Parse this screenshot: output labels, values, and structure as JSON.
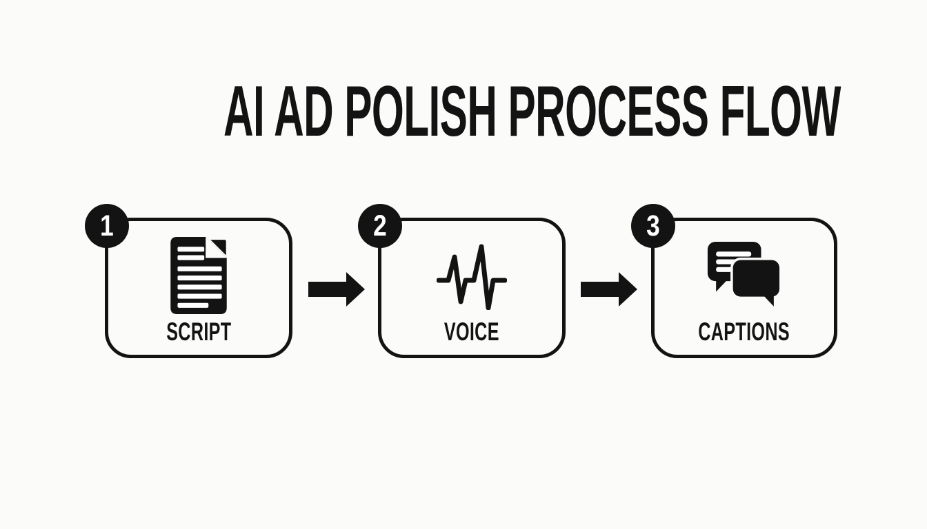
{
  "title": {
    "text": "AI AD POLISH PROCESS FLOW"
  },
  "colors": {
    "background": "#fbfbf9",
    "ink": "#131313",
    "badge_fill": "#131313",
    "badge_text": "#ffffff"
  },
  "steps": [
    {
      "number": "1",
      "label": "SCRIPT",
      "icon": "document-icon"
    },
    {
      "number": "2",
      "label": "VOICE",
      "icon": "waveform-icon"
    },
    {
      "number": "3",
      "label": "CAPTIONS",
      "icon": "speech-bubbles-icon"
    }
  ],
  "connectors": [
    {
      "icon": "arrow-right-icon"
    },
    {
      "icon": "arrow-right-icon"
    }
  ]
}
